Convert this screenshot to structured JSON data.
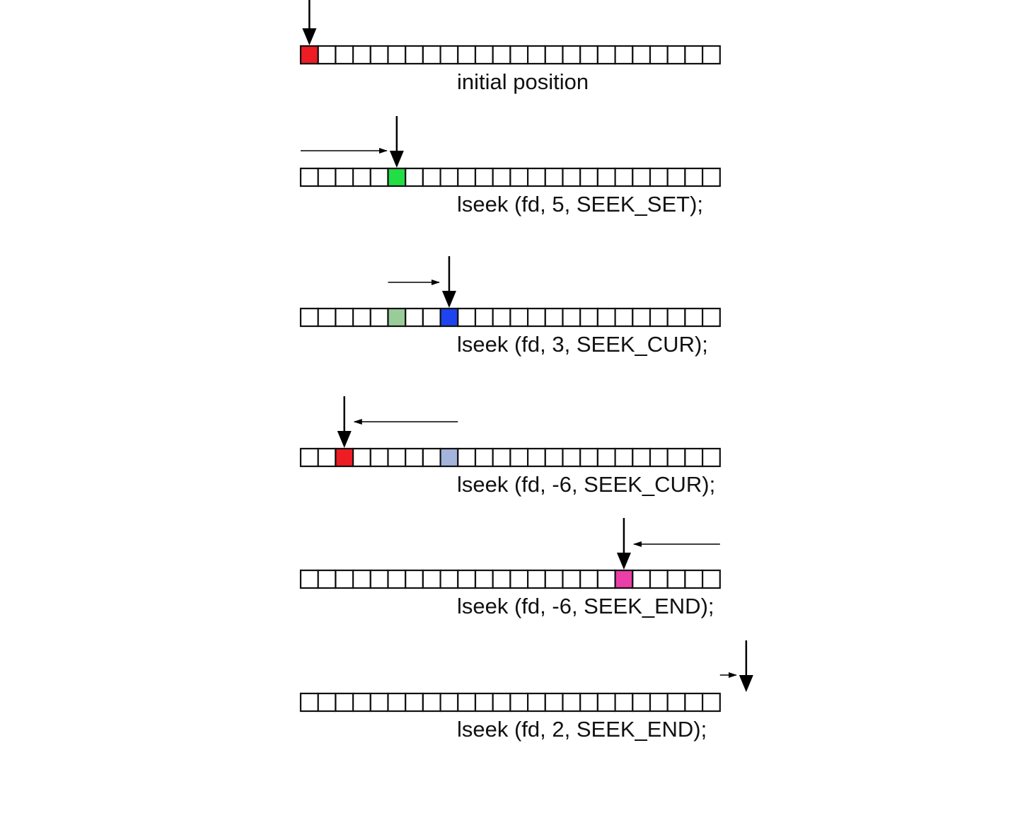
{
  "diagram": {
    "cell_count": 24,
    "colors": {
      "cell_fill": "#ffffff",
      "cell_stroke": "#111111",
      "red": "#ee1c24",
      "green": "#22dd44",
      "faded_green": "#99cc99",
      "blue": "#1d44ee",
      "faded_blue": "#a5b4dd",
      "magenta": "#ec3ea8",
      "arrow": "#000000"
    },
    "rows": [
      {
        "caption": "initial position",
        "highlights": [
          {
            "index": 0,
            "color": "red"
          }
        ],
        "pointer_index": 0,
        "move": null
      },
      {
        "caption": "lseek (fd, 5, SEEK_SET);",
        "highlights": [
          {
            "index": 5,
            "color": "green"
          }
        ],
        "pointer_index": 5,
        "move": {
          "from": 0,
          "to": 5
        }
      },
      {
        "caption": "lseek (fd, 3, SEEK_CUR);",
        "highlights": [
          {
            "index": 5,
            "color": "faded_green"
          },
          {
            "index": 8,
            "color": "blue"
          }
        ],
        "pointer_index": 8,
        "move": {
          "from": 5,
          "to": 8
        }
      },
      {
        "caption": "lseek (fd, -6, SEEK_CUR);",
        "highlights": [
          {
            "index": 8,
            "color": "faded_blue"
          },
          {
            "index": 2,
            "color": "red"
          }
        ],
        "pointer_index": 2,
        "move": {
          "from": 9,
          "to": 2
        }
      },
      {
        "caption": "lseek (fd, -6, SEEK_END);",
        "highlights": [
          {
            "index": 18,
            "color": "magenta"
          }
        ],
        "pointer_index": 18,
        "move": {
          "from": 24,
          "to": 18
        }
      },
      {
        "caption": "lseek (fd, 2, SEEK_END);",
        "highlights": [],
        "pointer_index": 25,
        "move": {
          "from": 24,
          "to": 25
        }
      }
    ]
  }
}
